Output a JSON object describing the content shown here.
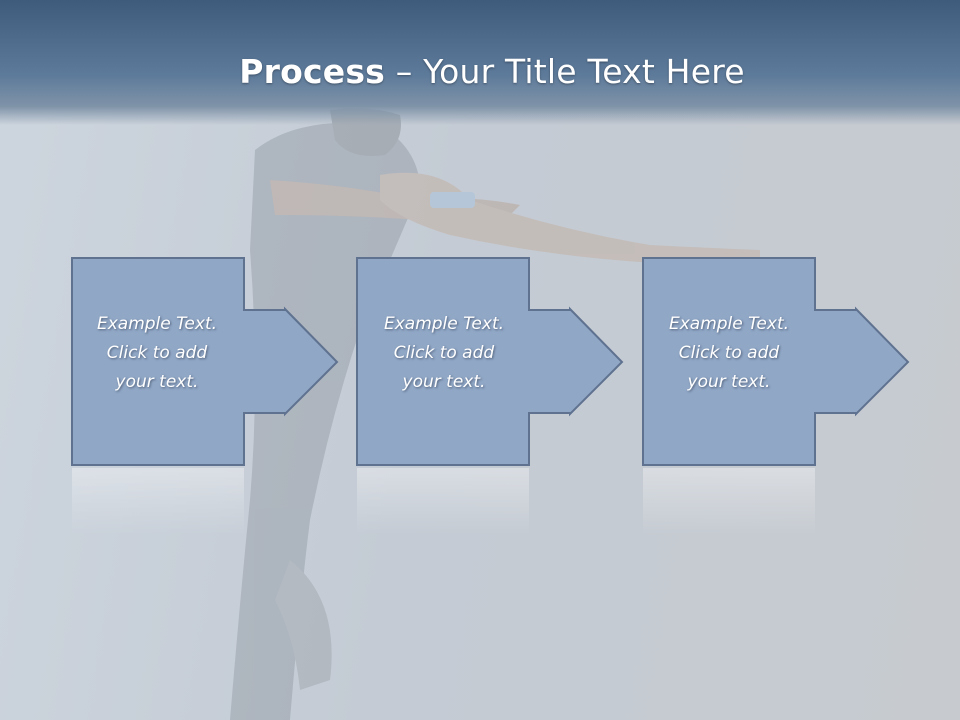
{
  "slide": {
    "title_bold": "Process",
    "title_rest": " – Your Title Text Here"
  },
  "steps": [
    {
      "text": "Example Text.\nClick  to add\nyour text."
    },
    {
      "text": "Example Text.\nClick  to add\nyour text."
    },
    {
      "text": "Example Text.\nClick  to add\nyour text."
    }
  ],
  "colors": {
    "header": "#4a6688",
    "box_fill": "#90a7c6",
    "box_stroke": "#5f7290",
    "text": "#ffffff"
  }
}
